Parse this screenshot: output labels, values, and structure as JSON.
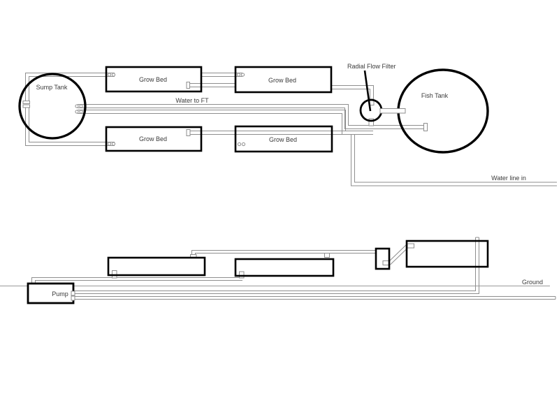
{
  "diagram": {
    "title_context": "Aquaponics system piping diagram, plan view (top) and elevation view (bottom)",
    "labels": {
      "sump_tank": "Sump Tank",
      "grow_bed_1": "Grow Bed",
      "grow_bed_2": "Grow Bed",
      "grow_bed_3": "Grow Bed",
      "grow_bed_4": "Grow Bed",
      "water_to_ft": "Water to FT",
      "radial_flow_filter": "Radial Flow Filter",
      "fish_tank": "Fish Tank",
      "water_line_in": "Water line in",
      "ground": "Ground",
      "pump": "Pump"
    },
    "colors": {
      "background": "#ffffff",
      "shape_outline": "#000000",
      "pipe": "#8e8e8e",
      "ground_line": "#9a9a9a",
      "text": "#3a3a3a"
    }
  }
}
